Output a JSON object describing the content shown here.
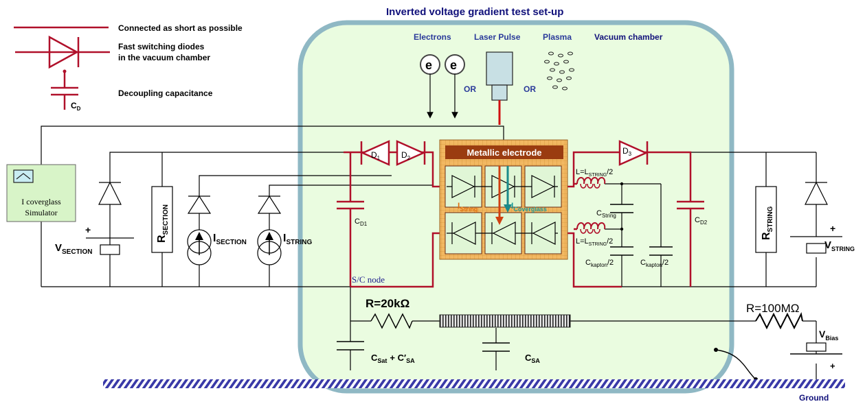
{
  "title": "Inverted voltage gradient test set-up",
  "legend": {
    "short_line": "Connected as short as possible",
    "diodes_line1": "Fast switching diodes",
    "diodes_line2": "in the vacuum chamber",
    "decoupling": "Decoupling capacitance",
    "cd_main": "C",
    "cd_sub": "D"
  },
  "chamber": {
    "label": "Vacuum chamber",
    "electrons": "Electrons",
    "laser": "Laser Pulse",
    "plasma": "Plasma",
    "or1": "OR",
    "or2": "OR",
    "e_symbol": "e",
    "electrode": "Metallic electrode",
    "sc_node": "S/C node"
  },
  "simulator": {
    "line1": "I coverglass",
    "line2": "Simulator"
  },
  "components": {
    "v_section": {
      "main": "V",
      "sub": "SECTION"
    },
    "r_section": {
      "main": "R",
      "sub": "SECTION"
    },
    "i_section": {
      "main": "I",
      "sub": "SECTION"
    },
    "i_string": {
      "main": "I",
      "sub": "STRING"
    },
    "d1": {
      "main": "D",
      "sub": "1"
    },
    "d2": {
      "main": "D",
      "sub": "2"
    },
    "d3": {
      "main": "D",
      "sub": "3"
    },
    "cd1": {
      "main": "C",
      "sub": "D1"
    },
    "cd2": {
      "main": "C",
      "sub": "D2"
    },
    "i_string_arrow": {
      "main": "I",
      "sub": "String"
    },
    "i_coverglass_arrow": {
      "main": "I",
      "sub": "Coverglass"
    },
    "l_top": {
      "pre": "L=L",
      "sub": "STRING",
      "post": "/2"
    },
    "l_bottom": {
      "pre": "L=L",
      "sub": "STRING",
      "post": "/2"
    },
    "c_string": {
      "main": "C",
      "sub": "String"
    },
    "c_kapton_1": {
      "main": "C",
      "sub": "kapton",
      "post": "/2"
    },
    "c_kapton_2": {
      "main": "C",
      "sub": "kapton",
      "post": "/2"
    },
    "r_string": {
      "main": "R",
      "sub": "STRING"
    },
    "v_string": {
      "main": "V",
      "sub": "STRING"
    },
    "r_20k": "R=20kΩ",
    "r_100m": "R=100MΩ",
    "c_sat_1": {
      "main": "C",
      "sub": "Sat"
    },
    "c_sat_plus": "+ C′",
    "c_sat_2": {
      "sub": "SA"
    },
    "c_sa": {
      "main": "C",
      "sub": "SA"
    },
    "v_bias": {
      "main": "V",
      "sub": "Bias"
    },
    "plus_v_section": "+",
    "plus_v_string": "+",
    "plus_v_bias": "+"
  },
  "ground": "Ground",
  "colors": {
    "chamber_fill": "#eafce0",
    "chamber_border": "#8fb8c4",
    "conductor_red": "#b0102a",
    "electrode_orange": "#f0b058",
    "electrode_brown": "#9a3c10",
    "title_navy": "#10107a",
    "ground_hatch": "#3a3aa8"
  }
}
